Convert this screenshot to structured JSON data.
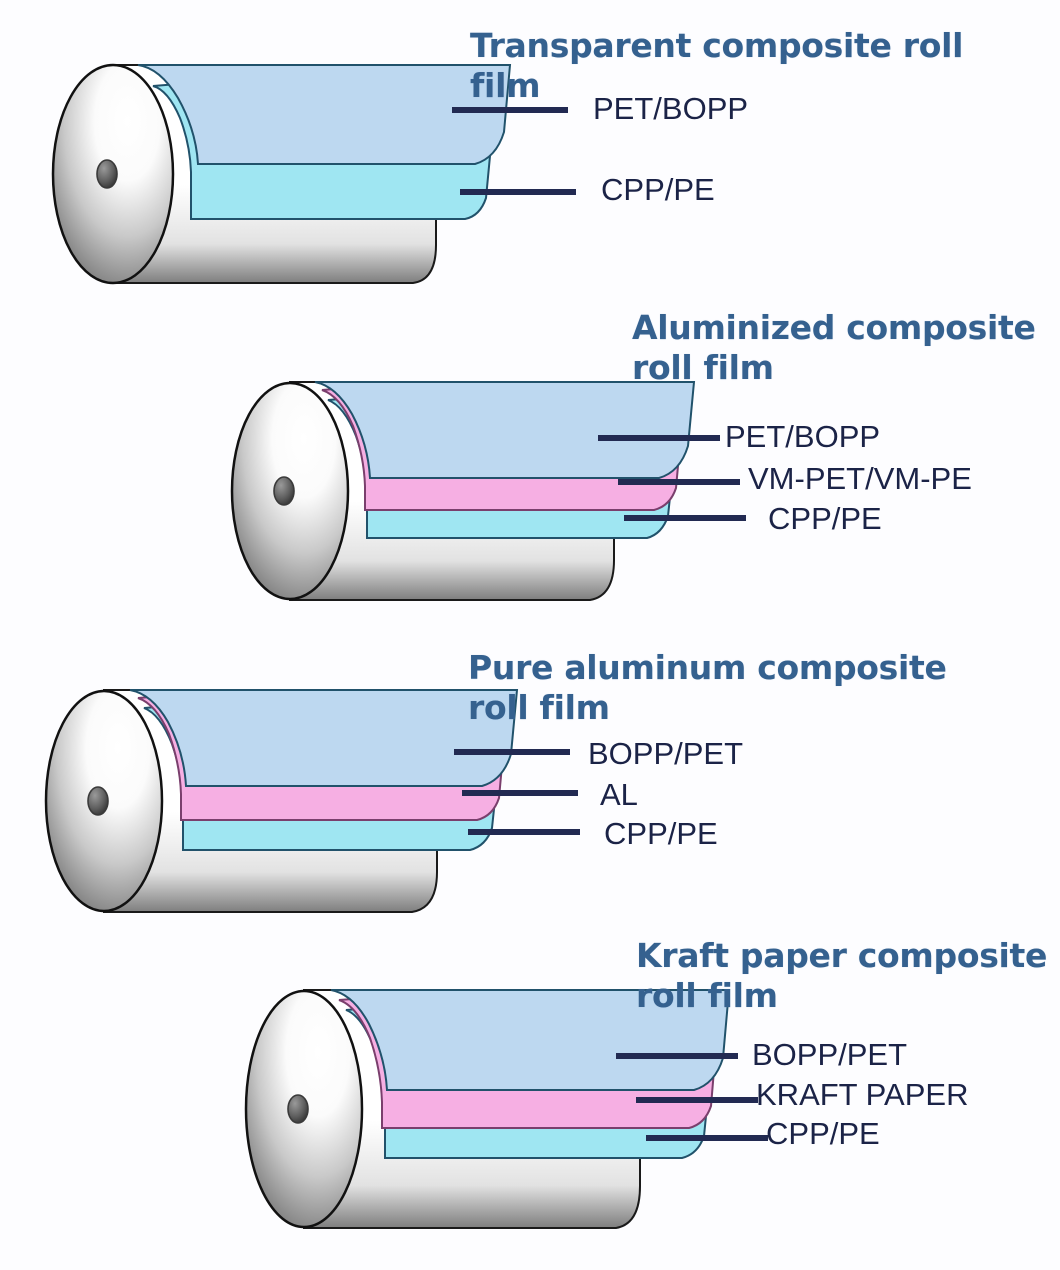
{
  "diagram": {
    "background_color": "#fdfdff",
    "title_color": "#35618f",
    "label_color": "#1b2347",
    "leader_line_color": "#222a52",
    "layer_colors": {
      "top_film": "#bdd8f0",
      "cyan_film": "#9fe6f2",
      "pink_film": "#f6afe3",
      "roll_body": "#ffffff",
      "roll_shade": "#8a8a8a",
      "outline": "#111111"
    }
  },
  "sections": [
    {
      "id": "transparent",
      "title": "Transparent composite roll film",
      "title_lines": "Transparent composite roll film",
      "labels": [
        {
          "text": "PET/BOPP",
          "layer": "top_film"
        },
        {
          "text": "CPP/PE",
          "layer": "cyan_film"
        }
      ]
    },
    {
      "id": "aluminized",
      "title": "Aluminized composite roll film",
      "title_lines": "Aluminized composite\nroll film",
      "labels": [
        {
          "text": "PET/BOPP",
          "layer": "top_film"
        },
        {
          "text": "VM-PET/VM-PE",
          "layer": "pink_film"
        },
        {
          "text": "CPP/PE",
          "layer": "cyan_film"
        }
      ]
    },
    {
      "id": "pure-aluminum",
      "title": "Pure aluminum composite roll film",
      "title_lines": "Pure aluminum composite\nroll film",
      "labels": [
        {
          "text": "BOPP/PET",
          "layer": "top_film"
        },
        {
          "text": "AL",
          "layer": "pink_film"
        },
        {
          "text": "CPP/PE",
          "layer": "cyan_film"
        }
      ]
    },
    {
      "id": "kraft-paper",
      "title": "Kraft paper composite roll film",
      "title_lines": "Kraft paper composite\nroll film",
      "labels": [
        {
          "text": "BOPP/PET",
          "layer": "top_film"
        },
        {
          "text": "KRAFT PAPER",
          "layer": "pink_film"
        },
        {
          "text": "CPP/PE",
          "layer": "cyan_film"
        }
      ]
    }
  ]
}
